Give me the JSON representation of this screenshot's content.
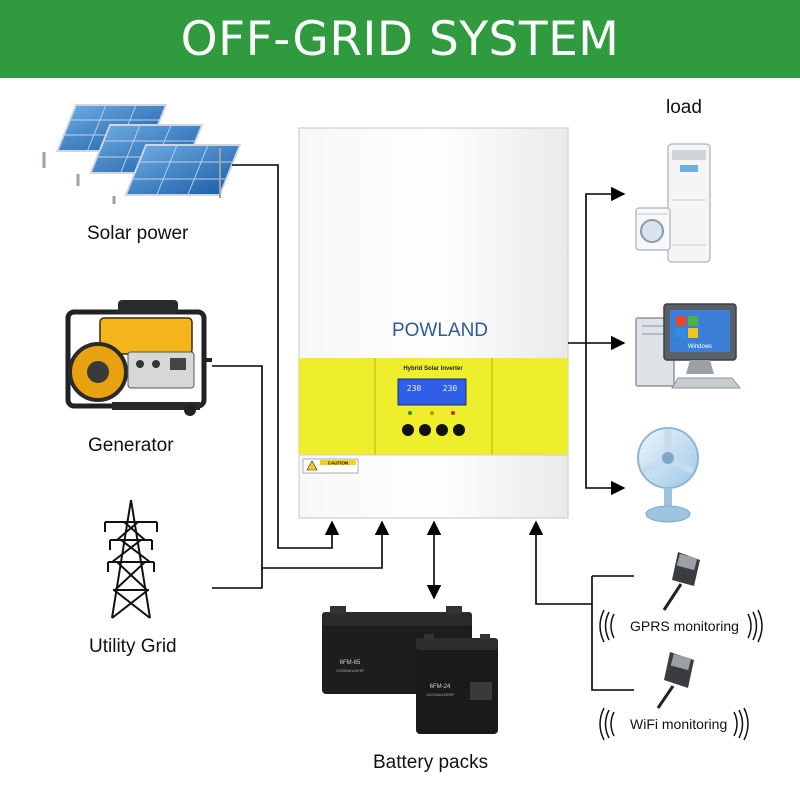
{
  "title": "OFF-GRID SYSTEM",
  "sources": {
    "solar": "Solar power",
    "generator": "Generator",
    "grid": "Utility Grid"
  },
  "load": {
    "label": "load",
    "devices": [
      "air-conditioner",
      "washing-machine",
      "computer",
      "fan"
    ],
    "computer_screen_text": "Windows"
  },
  "inverter": {
    "brand": "POWLAND",
    "panel_title": "Hybrid Solar Inverter",
    "display_reading_1": "230",
    "display_reading_2": "230",
    "caution_label": "CAUTION",
    "colors": {
      "body": "#f2f3f2",
      "panel": "#eeee2c",
      "brand_blue": "#2d5a9e",
      "brand_green": "#3f9a3a"
    }
  },
  "battery": {
    "label": "Battery packs",
    "big_model": "6FM-65",
    "big_sub": "12V65Ah/20HR",
    "small_model": "6FM-24",
    "small_sub": "12V24Ah/20HR"
  },
  "monitoring": {
    "gprs": "GPRS monitoring",
    "wifi": "WiFi monitoring"
  },
  "colors": {
    "banner": "#2f9a3e",
    "line": "#000000"
  }
}
